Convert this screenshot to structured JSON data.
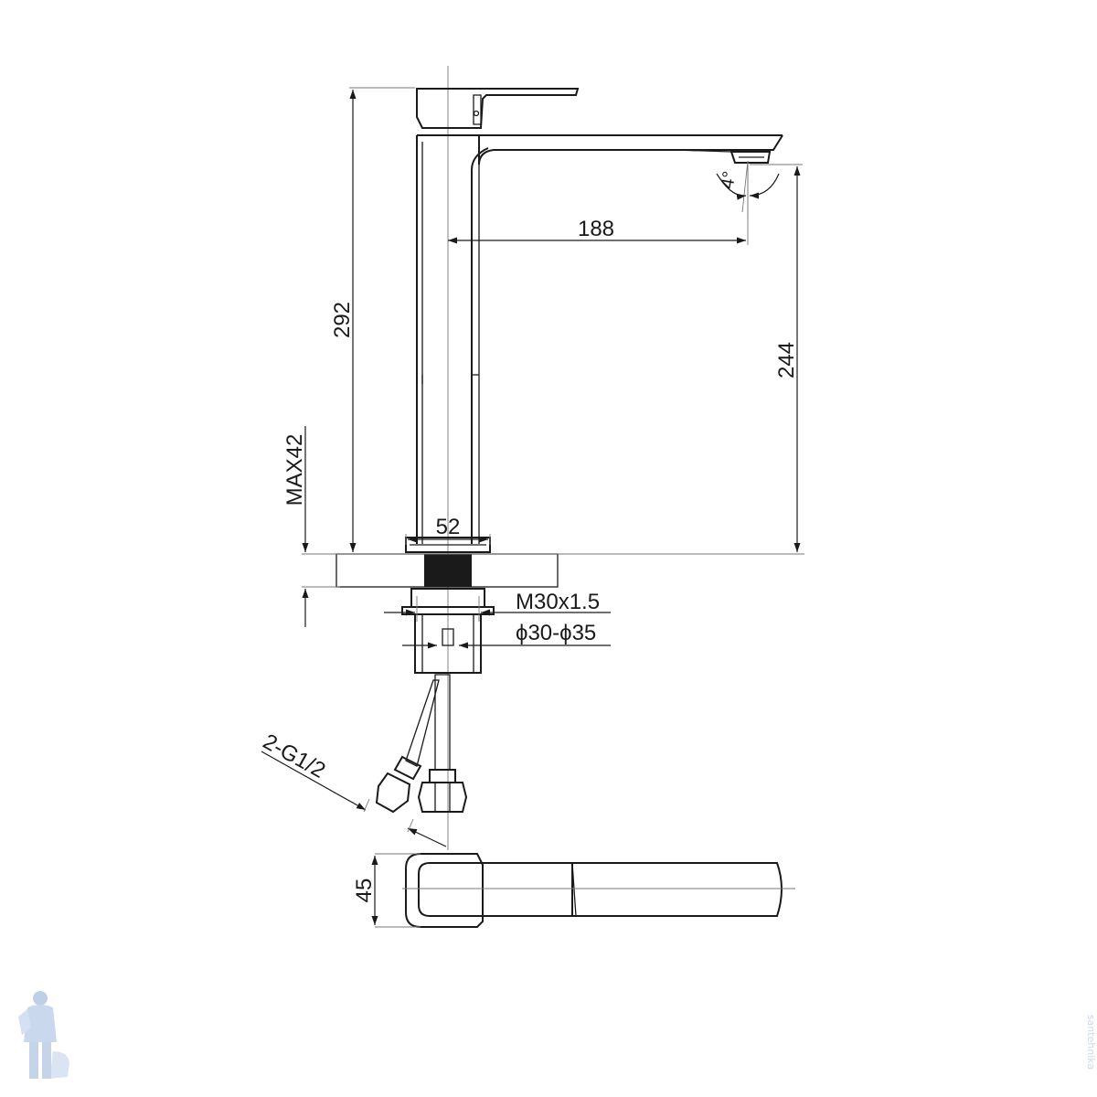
{
  "dimensions": {
    "height_total": "292",
    "spout_reach": "188",
    "spout_height": "244",
    "max_deck": "MAX42",
    "base_width": "52",
    "thread": "M30x1.5",
    "hole_diameter": "ϕ30-ϕ35",
    "hose_fitting": "2-G1/2",
    "handle_width": "45",
    "aerator_angle": "4°"
  },
  "watermark": {
    "side_text": "santehnika"
  }
}
